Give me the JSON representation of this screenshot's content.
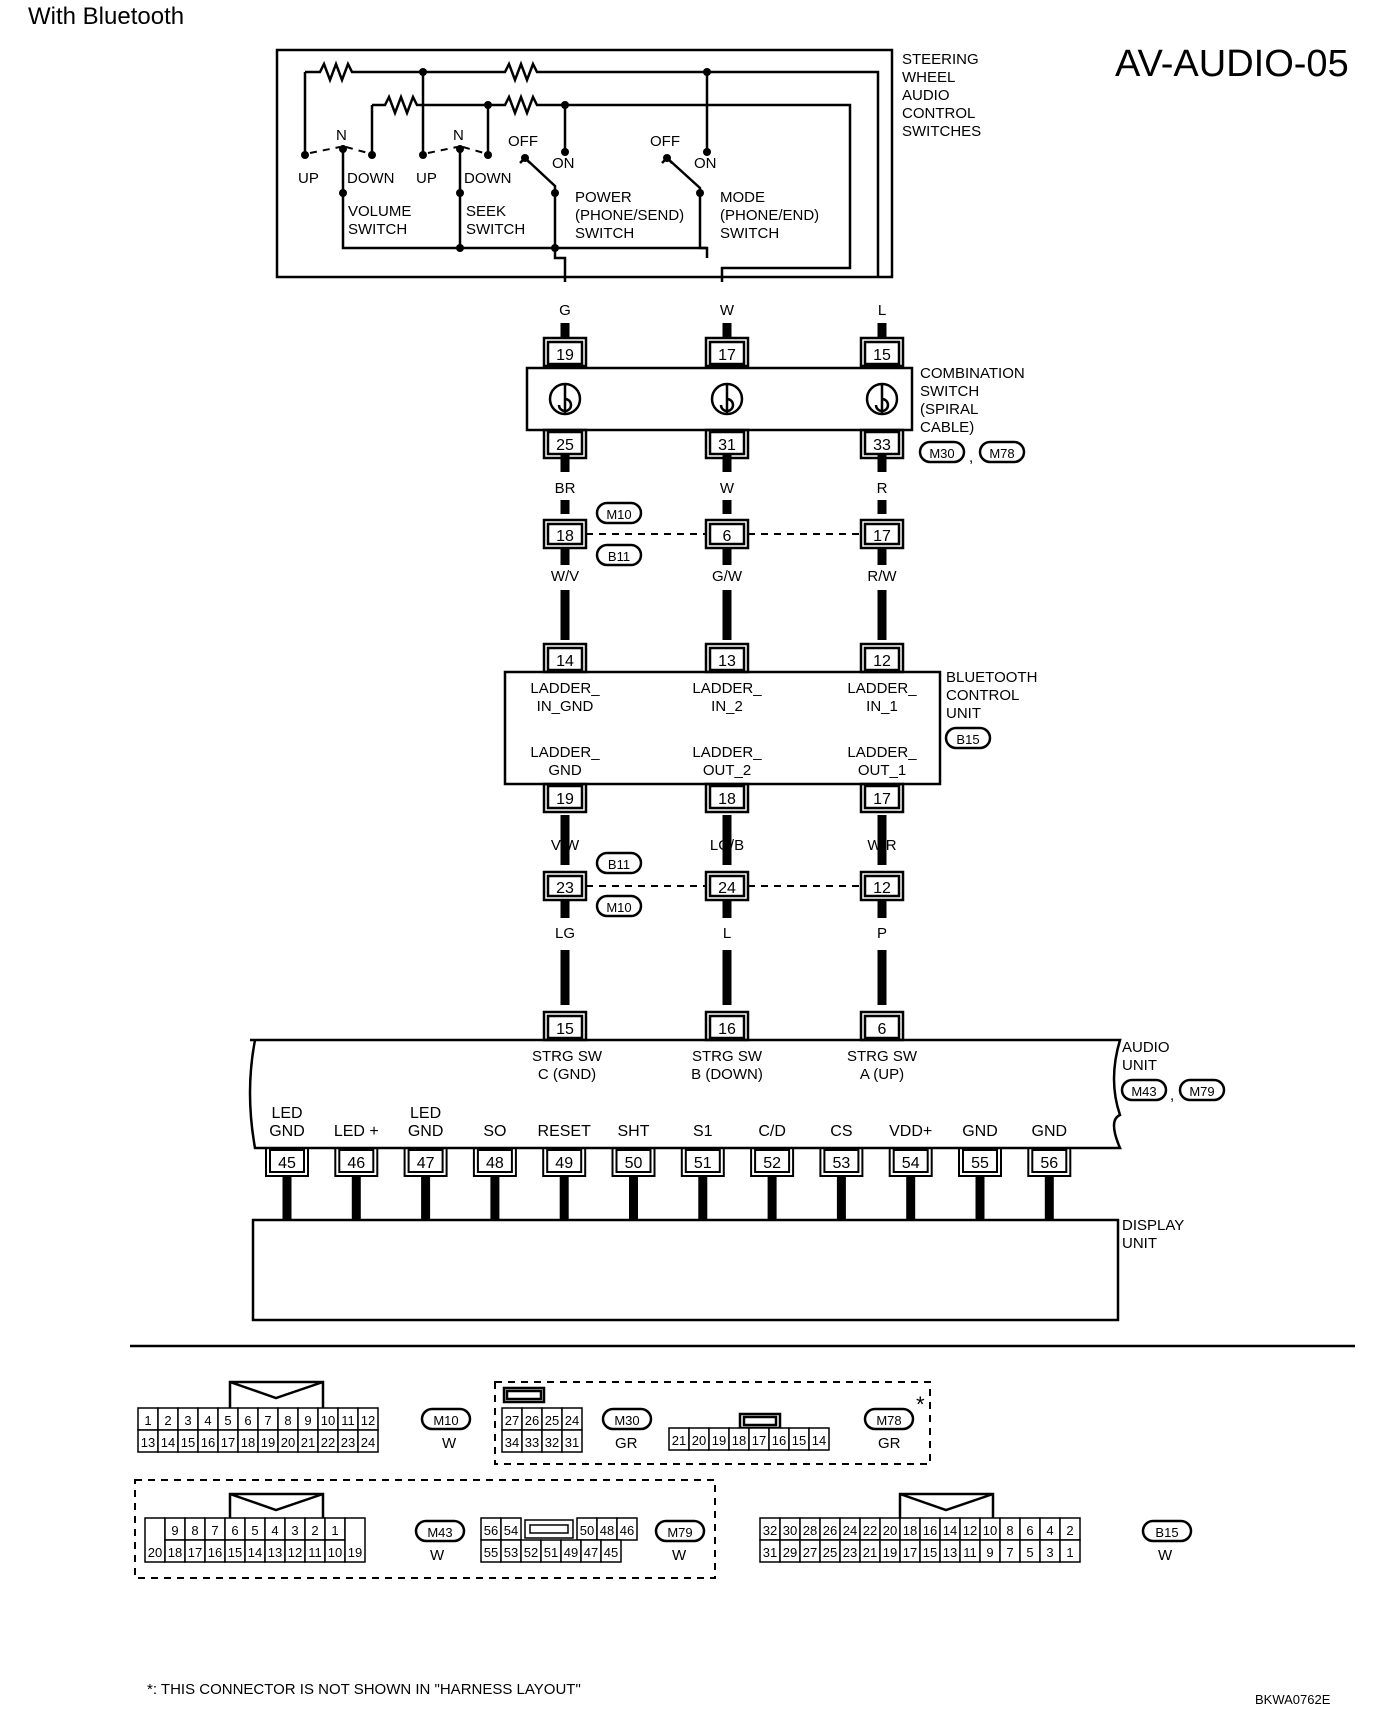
{
  "header": {
    "section": "With Bluetooth",
    "doc_code": "AV-AUDIO-05"
  },
  "steering": {
    "title": [
      "STEERING",
      "WHEEL",
      "AUDIO",
      "CONTROL",
      "SWITCHES"
    ],
    "volume": {
      "name": [
        "VOLUME",
        "SWITCH"
      ],
      "up": "UP",
      "n": "N",
      "down": "DOWN"
    },
    "seek": {
      "name": [
        "SEEK",
        "SWITCH"
      ],
      "up": "UP",
      "n": "N",
      "down": "DOWN"
    },
    "power": {
      "name": [
        "POWER",
        "(PHONE/SEND)",
        "SWITCH"
      ],
      "off": "OFF",
      "on": "ON"
    },
    "mode": {
      "name": [
        "MODE",
        "(PHONE/END)",
        "SWITCH"
      ],
      "off": "OFF",
      "on": "ON"
    }
  },
  "wires_top": [
    "G",
    "W",
    "L"
  ],
  "combination": {
    "name": [
      "COMBINATION",
      "SWITCH",
      "(SPIRAL",
      "CABLE)"
    ],
    "pins_top": [
      "19",
      "17",
      "15"
    ],
    "pins_bottom": [
      "25",
      "31",
      "33"
    ],
    "connectors": [
      "M30",
      "M78"
    ],
    "sep": ","
  },
  "wires_mid1": [
    "BR",
    "W",
    "R"
  ],
  "jct1": {
    "pins": [
      "18",
      "6",
      "17"
    ],
    "conn_top": "M10",
    "conn_bottom": "B11"
  },
  "wires_mid2": [
    "W/V",
    "G/W",
    "R/W"
  ],
  "bluetooth": {
    "name": [
      "BLUETOOTH",
      "CONTROL",
      "UNIT"
    ],
    "connector": "B15",
    "pins_top": [
      "14",
      "13",
      "12"
    ],
    "pins_bottom": [
      "19",
      "18",
      "17"
    ],
    "in_labels": [
      [
        "LADDER_",
        "IN_GND"
      ],
      [
        "LADDER_",
        "IN_2"
      ],
      [
        "LADDER_",
        "IN_1"
      ]
    ],
    "out_labels": [
      [
        "LADDER_",
        "GND"
      ],
      [
        "LADDER_",
        "OUT_2"
      ],
      [
        "LADDER_",
        "OUT_1"
      ]
    ]
  },
  "wires_mid3": [
    "V/W",
    "LG/B",
    "W/R"
  ],
  "jct2": {
    "pins": [
      "23",
      "24",
      "12"
    ],
    "conn_top": "B11",
    "conn_bottom": "M10"
  },
  "wires_mid4": [
    "LG",
    "L",
    "P"
  ],
  "audio": {
    "name": [
      "AUDIO",
      "UNIT"
    ],
    "connectors": [
      "M43",
      "M79"
    ],
    "sep": ",",
    "strg_pins": [
      "15",
      "16",
      "6"
    ],
    "strg_labels": [
      [
        "STRG SW",
        "C (GND)"
      ],
      [
        "STRG SW",
        "B (DOWN)"
      ],
      [
        "STRG SW",
        "A (UP)"
      ]
    ],
    "bottom_pins": [
      {
        "pin": "45",
        "label": [
          "LED",
          "GND"
        ]
      },
      {
        "pin": "46",
        "label": [
          "LED +"
        ]
      },
      {
        "pin": "47",
        "label": [
          "LED",
          "GND"
        ]
      },
      {
        "pin": "48",
        "label": [
          "SO"
        ]
      },
      {
        "pin": "49",
        "label": [
          "RESET"
        ]
      },
      {
        "pin": "50",
        "label": [
          "SHT"
        ]
      },
      {
        "pin": "51",
        "label": [
          "S1"
        ]
      },
      {
        "pin": "52",
        "label": [
          "C/D"
        ]
      },
      {
        "pin": "53",
        "label": [
          "CS"
        ]
      },
      {
        "pin": "54",
        "label": [
          "VDD+"
        ]
      },
      {
        "pin": "55",
        "label": [
          "GND"
        ]
      },
      {
        "pin": "56",
        "label": [
          "GND"
        ]
      }
    ]
  },
  "display": {
    "name": [
      "DISPLAY",
      "UNIT"
    ]
  },
  "connector_views": {
    "m10": {
      "id": "M10",
      "color": "W",
      "row1": [
        "1",
        "2",
        "3",
        "4",
        "5",
        "6",
        "7",
        "8",
        "9",
        "10",
        "11",
        "12"
      ],
      "row2": [
        "13",
        "14",
        "15",
        "16",
        "17",
        "18",
        "19",
        "20",
        "21",
        "22",
        "23",
        "24"
      ]
    },
    "m30": {
      "id": "M30",
      "color": "GR",
      "row1": [
        "27",
        "26",
        "25",
        "24"
      ],
      "row2": [
        "34",
        "33",
        "32",
        "31"
      ]
    },
    "m78": {
      "id": "M78",
      "color": "GR",
      "row": [
        "21",
        "20",
        "19",
        "18",
        "17",
        "16",
        "15",
        "14"
      ],
      "star": "*"
    },
    "m43": {
      "id": "M43",
      "color": "W",
      "row1": [
        "9",
        "8",
        "7",
        "6",
        "5",
        "4",
        "3",
        "2",
        "1"
      ],
      "row2": [
        "18",
        "17",
        "16",
        "15",
        "14",
        "13",
        "12",
        "11",
        "10"
      ],
      "left": "20",
      "right": "19"
    },
    "m79": {
      "id": "M79",
      "color": "W",
      "row1_left": [
        "56",
        "54"
      ],
      "row1_right": [
        "50",
        "48",
        "46"
      ],
      "row2": [
        "55",
        "53",
        "52",
        "51",
        "49",
        "47",
        "45"
      ]
    },
    "b15": {
      "id": "B15",
      "color": "W",
      "row1": [
        "32",
        "30",
        "28",
        "26",
        "24",
        "22",
        "20",
        "18",
        "16",
        "14",
        "12",
        "10",
        "8",
        "6",
        "4",
        "2"
      ],
      "row2": [
        "31",
        "29",
        "27",
        "25",
        "23",
        "21",
        "19",
        "17",
        "15",
        "13",
        "11",
        "9",
        "7",
        "5",
        "3",
        "1"
      ]
    }
  },
  "footnote": "*: THIS CONNECTOR IS NOT SHOWN IN \"HARNESS LAYOUT\"",
  "figure_id": "BKWA0762E"
}
